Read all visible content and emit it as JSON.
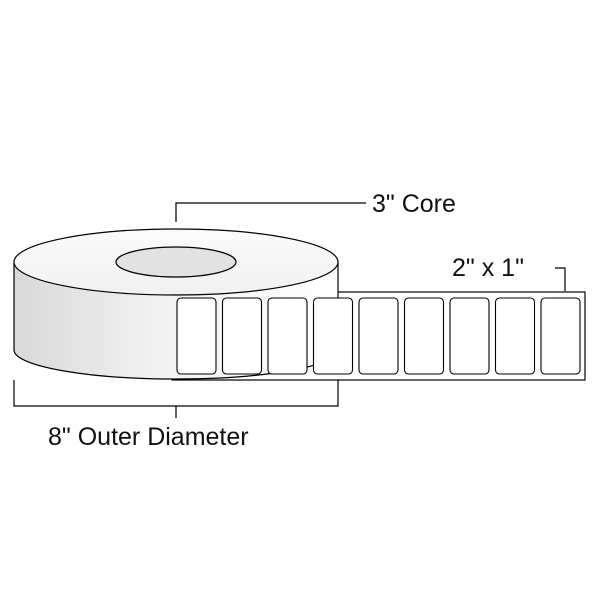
{
  "labels": {
    "core": "3\" Core",
    "label_size": "2\" x 1\"",
    "outer_diameter": "8\" Outer Diameter"
  },
  "label_count": 9,
  "colors": {
    "stroke": "#000000",
    "roll_face": "#f7f7f7",
    "core_hole": "#e2e2e2",
    "label_fill": "#ffffff",
    "text": "#111111"
  }
}
